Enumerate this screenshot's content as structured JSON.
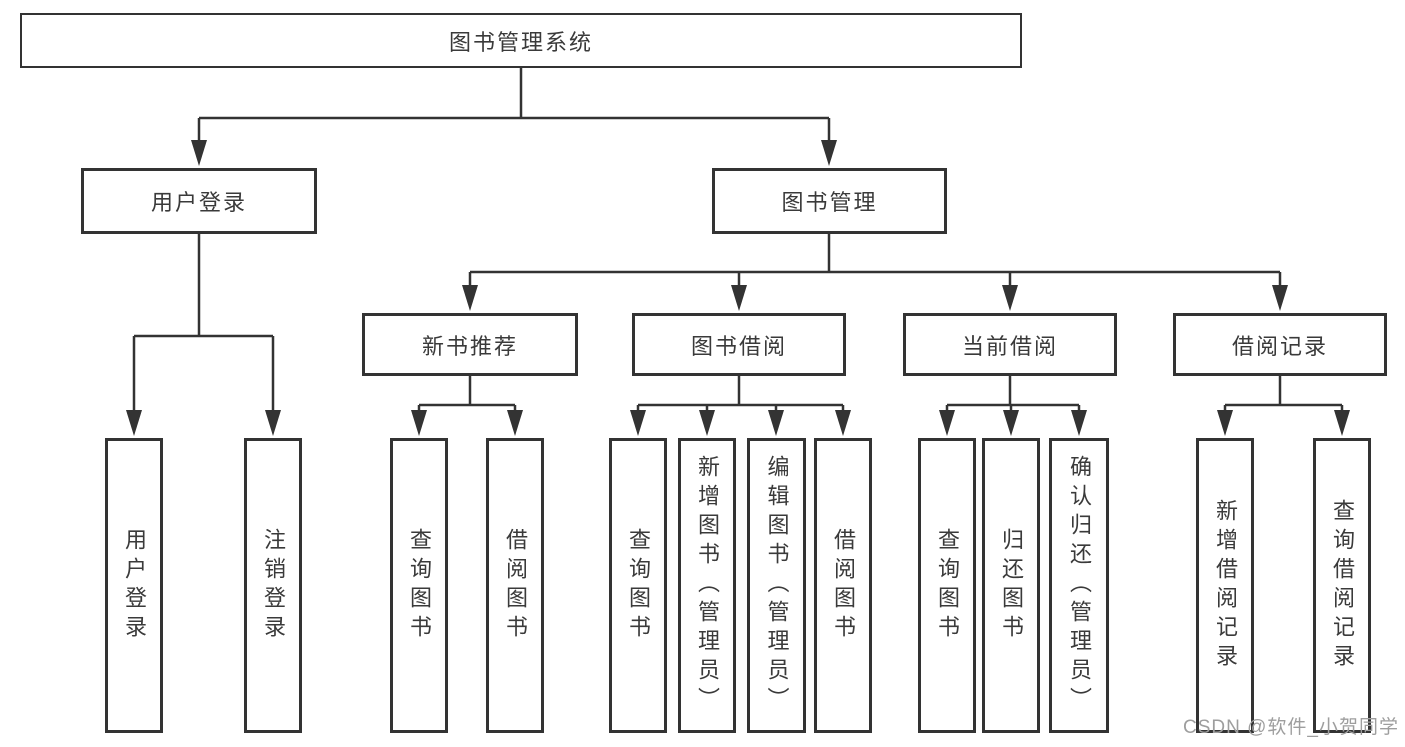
{
  "tree": {
    "root": "图书管理系统",
    "user_login": {
      "label": "用户登录",
      "children": {
        "login": "用户登录",
        "logout": "注销登录"
      }
    },
    "book_mgmt": {
      "label": "图书管理",
      "children": {
        "new_books": {
          "label": "新书推荐",
          "children": {
            "query": "查询图书",
            "borrow": "借阅图书"
          }
        },
        "book_borrow": {
          "label": "图书借阅",
          "children": {
            "query": "查询图书",
            "add": "新增图书（管理员）",
            "edit": "编辑图书（管理员）",
            "borrow": "借阅图书"
          }
        },
        "current_borrow": {
          "label": "当前借阅",
          "children": {
            "query": "查询图书",
            "return": "归还图书",
            "confirm": "确认归还（管理员）"
          }
        },
        "borrow_records": {
          "label": "借阅记录",
          "children": {
            "add": "新增借阅记录",
            "query": "查询借阅记录"
          }
        }
      }
    }
  },
  "watermark": {
    "text": "CSDN @软件_小贺同学"
  },
  "colors": {
    "line": "#333333",
    "border": "#333333",
    "text": "#3a3a3a",
    "watermark": "#9e9e9e",
    "background": "#ffffff"
  }
}
